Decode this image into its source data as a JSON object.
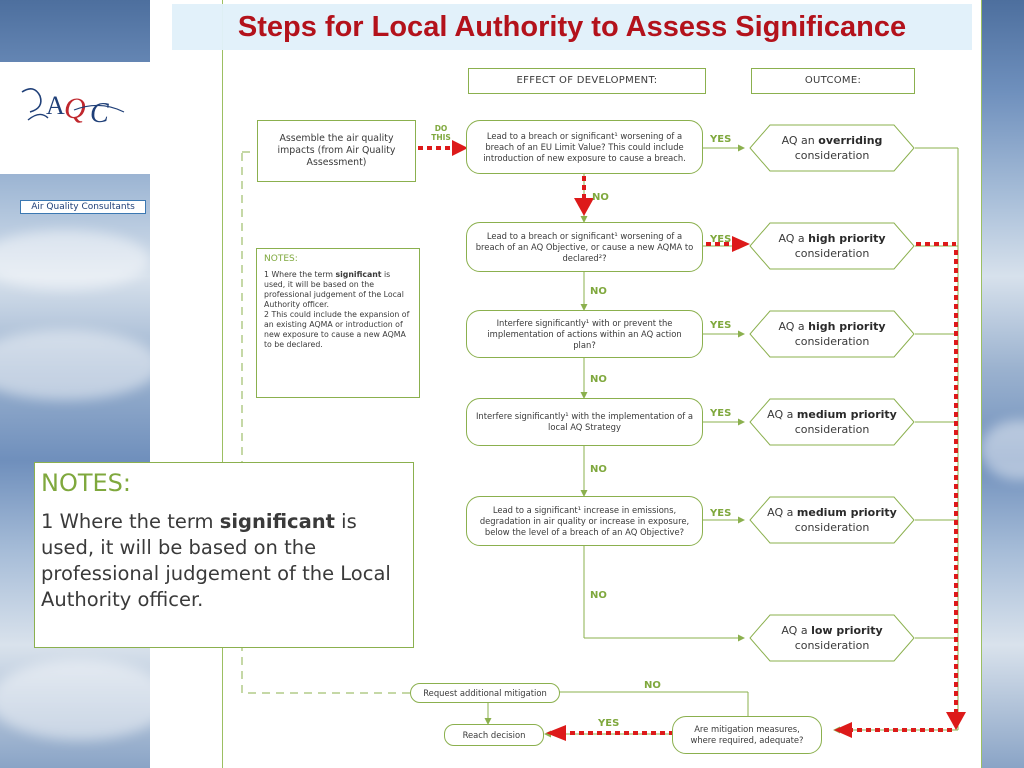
{
  "title": "Steps for Local Authority to Assess Significance",
  "logo": {
    "subtitle": "Air Quality Consultants"
  },
  "headers": {
    "effect": "EFFECT OF DEVELOPMENT:",
    "outcome": "OUTCOME:"
  },
  "assemble_box": "Assemble the air quality impacts (from Air Quality Assessment)",
  "do_this": "DO THIS",
  "effects": [
    "Lead to a breach or significant¹ worsening of a breach of an EU Limit Value? This could include introduction of new exposure to cause a breach.",
    "Lead to a breach or significant¹ worsening of a breach of an AQ Objective, or cause a new AQMA to declared²?",
    "Interfere significantly¹ with or prevent the implementation of actions within an AQ action plan?",
    "Interfere significantly¹ with the implementation of a local AQ Strategy",
    "Lead to a significant¹ increase in emissions, degradation in air quality or increase in exposure, below the level of a breach of an AQ Objective?"
  ],
  "outcomes": [
    {
      "pre": "AQ an ",
      "bold": "overriding",
      "post": "consideration"
    },
    {
      "pre": "AQ a ",
      "bold": "high priority",
      "post": "consideration"
    },
    {
      "pre": "AQ a ",
      "bold": "high priority",
      "post": "consideration"
    },
    {
      "pre": "AQ a ",
      "bold": "medium priority",
      "post": "consideration"
    },
    {
      "pre": "AQ a ",
      "bold": "medium priority",
      "post": "consideration"
    },
    {
      "pre": "AQ a ",
      "bold": "low priority",
      "post": "consideration"
    }
  ],
  "yes_label": "YES",
  "no_label": "NO",
  "mitigation_question": "Are mitigation measures, where required, adequate?",
  "request_mitigation": "Request additional mitigation",
  "reach_decision": "Reach decision",
  "small_notes": {
    "heading": "NOTES:",
    "note1_pre": "1 Where the term ",
    "note1_bold": "significant",
    "note1_post": " is used, it will be based on the professional judgement of the Local Authority officer.",
    "note2": "2 This could include the expansion of an existing AQMA or introduction of new exposure to cause a new AQMA to be declared."
  },
  "big_notes": {
    "heading": "NOTES:",
    "note1_pre": "1 Where the term ",
    "note1_bold": "significant",
    "note1_post": " is used, it will be based on the professional judgement of the Local Authority officer."
  },
  "colors": {
    "title": "#b3121b",
    "green": "#8bb04e",
    "label_green": "#7fa83d",
    "highlight_red": "#dd1a1a"
  }
}
